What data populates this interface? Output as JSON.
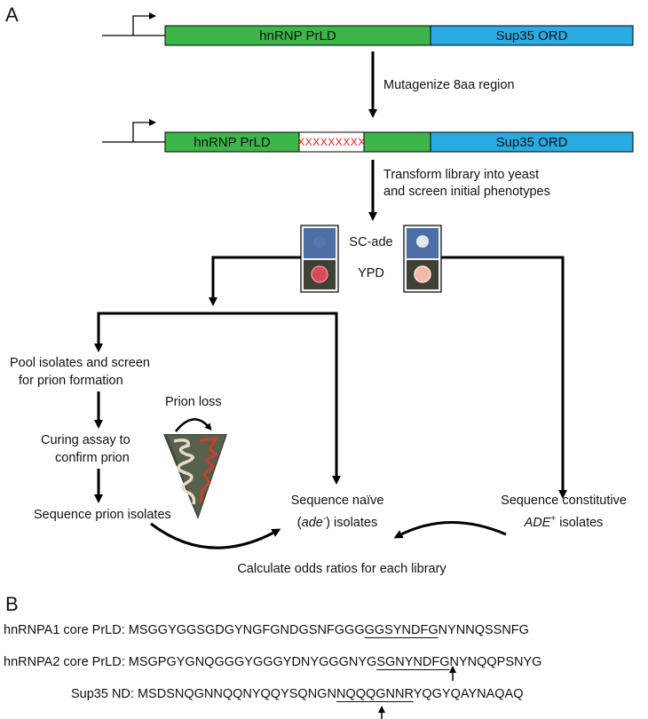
{
  "panel_a": {
    "letter": "A",
    "construct": {
      "prld_label": "hnRNP PrLD",
      "ord_label": "Sup35 ORD",
      "mut_label": "XXXXXXXXX"
    },
    "steps": {
      "mutagenize": "Mutagenize 8aa region",
      "transform_1": "Transform library into yeast",
      "transform_2": "and screen initial phenotypes"
    },
    "plates": {
      "sc_ade": "SC-ade",
      "ypd": "YPD"
    },
    "left_branch": {
      "pool_1": "Pool isolates and screen",
      "pool_2": "for prion formation",
      "prion_loss": "Prion loss",
      "curing_1": "Curing assay to",
      "curing_2": "confirm prion",
      "sequence_prion": "Sequence prion isolates"
    },
    "middle": {
      "naive_1": "Sequence naïve",
      "naive_paren_open": "(",
      "naive_italic": "ade",
      "naive_sup": "-",
      "naive_rest": ") isolates"
    },
    "right": {
      "const_1": "Sequence constitutive",
      "const_italic": "ADE",
      "const_sup": "+",
      "const_rest": " isolates"
    },
    "bottom": "Calculate odds ratios for each library",
    "colors": {
      "prld": "#3cb54a",
      "ord": "#29aae1",
      "mut_text": "#e0201b"
    }
  },
  "panel_b": {
    "letter": "B",
    "sequences": [
      {
        "label": "hnRNPA1 core PrLD:",
        "pre": "MSGGYGGSGDGYNGFGNDGSNFGGG",
        "under": "GGSYNDFG",
        "post": "NYNNQSSNFG"
      },
      {
        "label": "hnRNPA2 core PrLD:",
        "pre": "MSGPGYGNQGGGYGGGYDNYGGGNYG",
        "under": "SGNYNDFG",
        "post": "NYNQQPSNYG"
      },
      {
        "label": "Sup35 ND:",
        "pre": "MSDSNQGNNQQNYQQYSQNGN",
        "under": "NQQQGNNR",
        "post": "YQGYQAYNAQAQ"
      }
    ]
  }
}
